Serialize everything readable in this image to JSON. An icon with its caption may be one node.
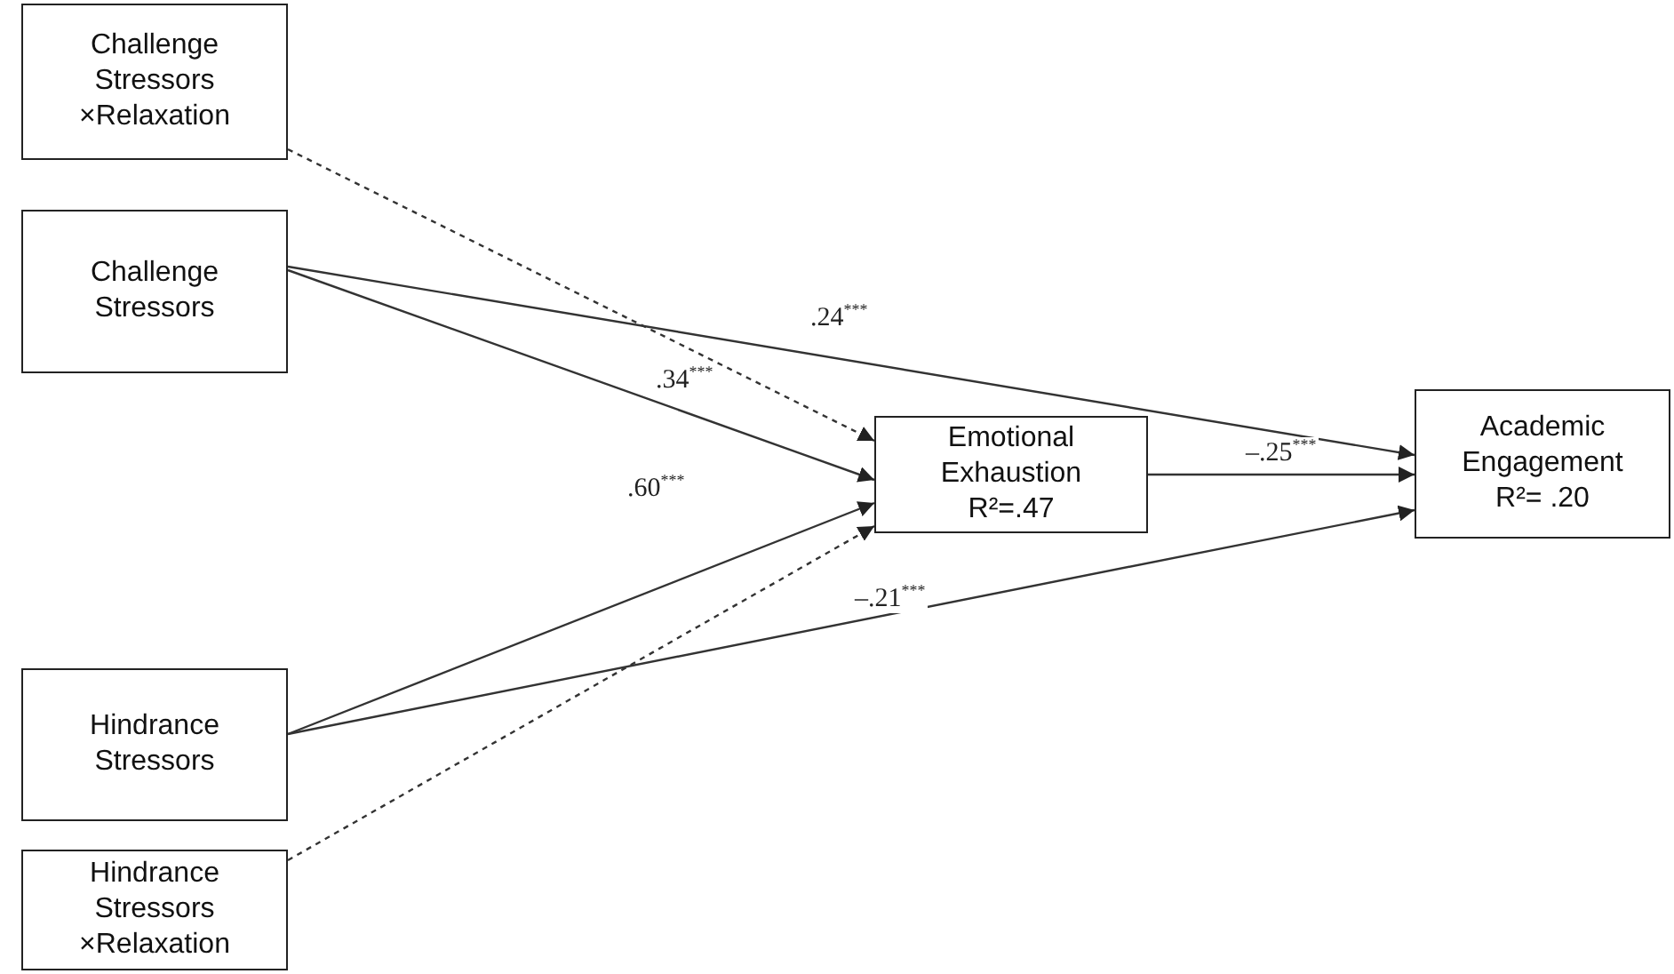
{
  "diagram": {
    "nodes": [
      {
        "text": [
          "Challenge Stressors ×Relaxation"
        ]
      },
      {
        "text": [
          "Challenge Stressors"
        ]
      },
      {
        "text": [
          "Emotional Exhaustion",
          "R²=.47"
        ]
      },
      {
        "text": [
          "Academic Engagement",
          "R²= .20"
        ]
      },
      {
        "text": [
          "Hindrance Stressors"
        ]
      },
      {
        "text": [
          "Hindrance Stressors ×Relaxation"
        ]
      }
    ],
    "edges": [
      {
        "from": 0,
        "to": 2,
        "arrow": "to",
        "style": "dashed"
      },
      {
        "from": 1,
        "to": 2,
        "arrow": "to",
        "label": ".34$^{***}$"
      },
      {
        "from": 1,
        "to": 3,
        "arrow": "to",
        "label": ".24$^{***}$"
      },
      {
        "from": 2,
        "to": 3,
        "arrow": "to",
        "label": "–.25$^{***}$"
      },
      {
        "from": 4,
        "to": 2,
        "arrow": "to",
        "label": ".60$^{***}$"
      },
      {
        "from": 4,
        "to": 3,
        "arrow": "to",
        "label": "–.21$^{***}$"
      },
      {
        "from": 5,
        "to": 2,
        "arrow": "to",
        "style": "dashed"
      }
    ]
  }
}
